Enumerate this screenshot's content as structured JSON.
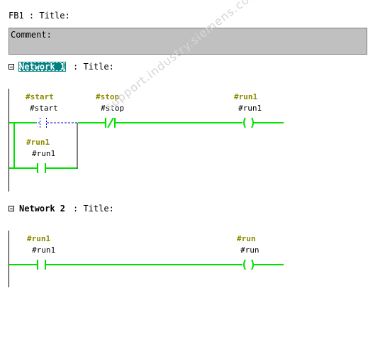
{
  "fb": {
    "title": "FB1 : Title:"
  },
  "comment": {
    "label": "Comment:"
  },
  "networks": [
    {
      "label": "Network 1",
      "title": ": Title:",
      "contacts": [
        {
          "operand": "#start",
          "symbol": "#start",
          "type": "NO",
          "state": "selected"
        },
        {
          "operand": "#stop",
          "symbol": "#stop",
          "type": "NC"
        },
        {
          "operand": "#run1",
          "symbol": "#run1",
          "type": "NO",
          "branch": true
        }
      ],
      "coil": {
        "operand": "#run1",
        "symbol": "#run1"
      }
    },
    {
      "label": "Network 2",
      "title": ": Title:",
      "contacts": [
        {
          "operand": "#run1",
          "symbol": "#run1",
          "type": "NO"
        }
      ],
      "coil": {
        "operand": "#run",
        "symbol": "#run"
      }
    }
  ],
  "colors": {
    "energized": "#00e000",
    "operand": "#8b8b00",
    "selected": "#008080"
  },
  "watermark": "support.industry.siemens.com"
}
